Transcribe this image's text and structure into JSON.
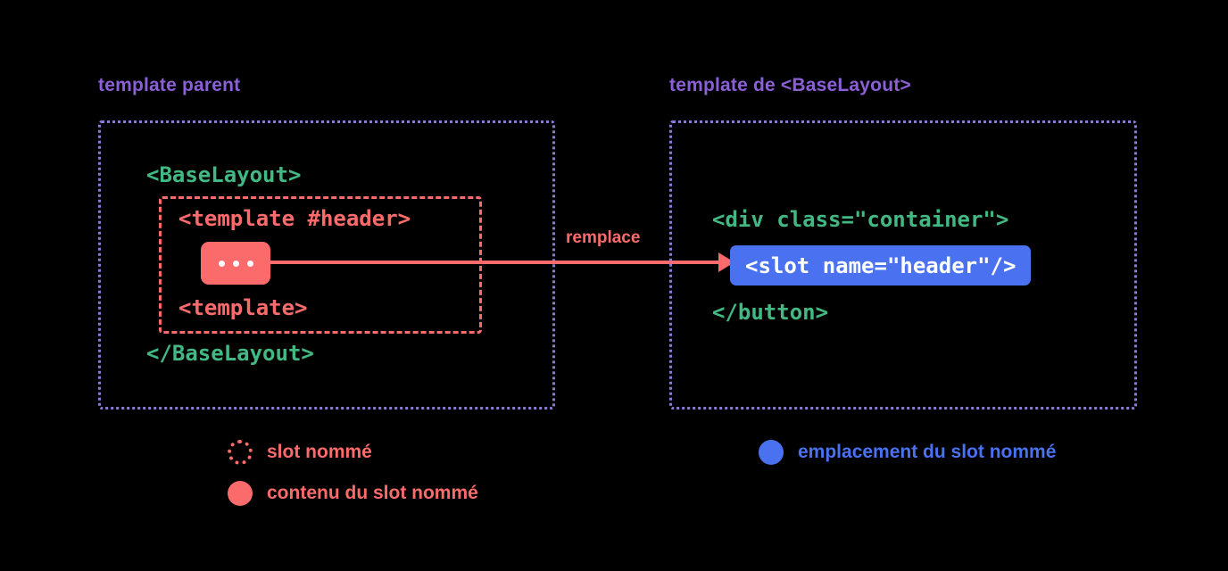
{
  "diagram": {
    "background_color": "#000000",
    "colors": {
      "purple": "#8B5FD6",
      "purple_border": "#8B7BD8",
      "green": "#42B883",
      "coral": "#FB6B6B",
      "blue": "#4A72F0",
      "white": "#FFFFFF"
    },
    "panels": [
      {
        "id": "parent-template",
        "title": "template parent",
        "code_lines": [
          {
            "text": "<BaseLayout>",
            "color": "green"
          },
          {
            "text": "<template #header>",
            "color": "coral"
          },
          {
            "text": "<template>",
            "color": "coral"
          },
          {
            "text": "</BaseLayout>",
            "color": "green"
          }
        ],
        "chip": {
          "type": "dots",
          "dot_count": 3
        }
      },
      {
        "id": "baselayout-template",
        "title": "template de <BaseLayout>",
        "code_lines": [
          {
            "text": "<div class=\"container\">",
            "color": "green"
          },
          {
            "text": "</button>",
            "color": "green"
          }
        ],
        "chip": {
          "type": "slot",
          "text": "<slot name=\"header\"/>"
        }
      }
    ],
    "arrow": {
      "label": "remplace",
      "direction": "left-to-right",
      "color": "#FB6B6B"
    },
    "legend": {
      "left": [
        {
          "swatch": "dotted-circle",
          "color": "coral",
          "label": "slot nommé"
        },
        {
          "swatch": "filled-circle",
          "color": "coral",
          "label": "contenu du slot nommé"
        }
      ],
      "right": [
        {
          "swatch": "filled-circle",
          "color": "blue",
          "label": "emplacement du slot nommé"
        }
      ]
    }
  }
}
